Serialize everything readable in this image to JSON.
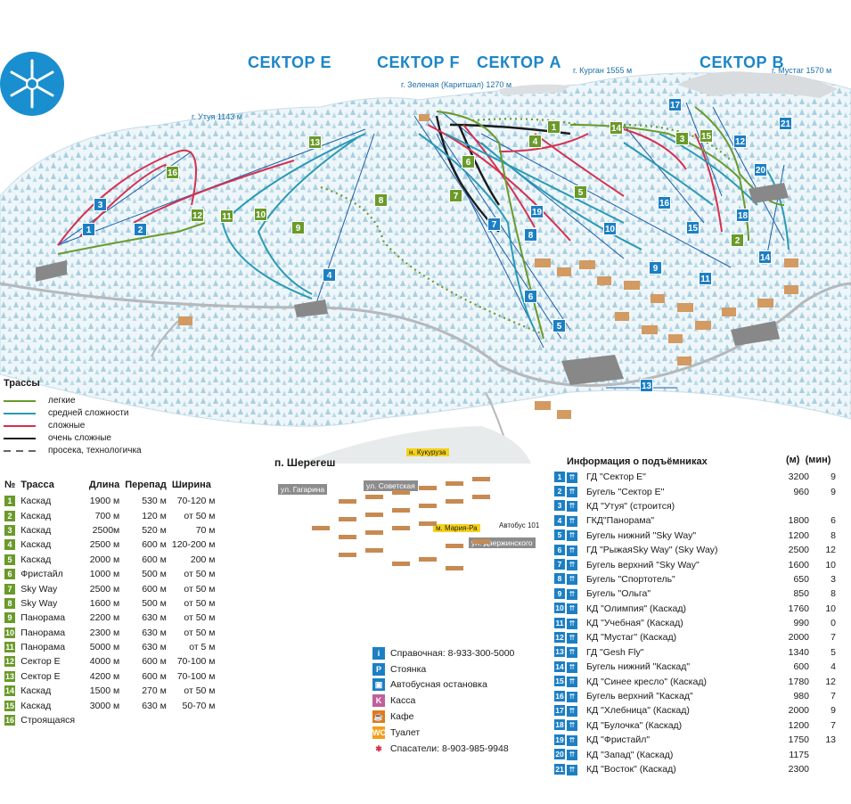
{
  "sectors": [
    "СЕКТОР E",
    "СЕКТОР F",
    "СЕКТОР A",
    "СЕКТОР B"
  ],
  "peaks": {
    "utuya": {
      "name": "г. Утуя",
      "height": "1143 м"
    },
    "zelenaya": {
      "name": "г. Зеленая",
      "alt": "(Каритшал)",
      "height": "1270 м"
    },
    "kurgan": {
      "name": "г. Курган",
      "height": "1555 м"
    },
    "mustag": {
      "name": "г. Мустаг",
      "height": "1570 м"
    }
  },
  "colors": {
    "easy": "#6a9a2a",
    "medium": "#2a9ab5",
    "hard": "#d6304f",
    "very_hard": "#1a1a1a",
    "accent": "#1c86c8"
  },
  "legend": {
    "title": "Трассы",
    "items": [
      "легкие",
      "средней сложности",
      "сложные",
      "очень сложные",
      "просека, технологичка"
    ]
  },
  "trails": {
    "headers": [
      "№",
      "Трасса",
      "Длина",
      "Перепад",
      "Ширина"
    ],
    "rows": [
      {
        "n": "1",
        "name": "Каскад",
        "len": "1900 м",
        "drop": "530 м",
        "width": "70-120 м"
      },
      {
        "n": "2",
        "name": "Каскад",
        "len": "700 м",
        "drop": "120 м",
        "width": "от 50 м"
      },
      {
        "n": "3",
        "name": "Каскад",
        "len": "2500м",
        "drop": "520 м",
        "width": "70 м"
      },
      {
        "n": "4",
        "name": "Каскад",
        "len": "2500 м",
        "drop": "600 м",
        "width": "120-200 м"
      },
      {
        "n": "5",
        "name": "Каскад",
        "len": "2000 м",
        "drop": "600 м",
        "width": "200 м"
      },
      {
        "n": "6",
        "name": "Фристайл",
        "len": "1000 м",
        "drop": "500 м",
        "width": "от 50 м"
      },
      {
        "n": "7",
        "name": "Sky Way",
        "len": "2500 м",
        "drop": "600 м",
        "width": "от 50 м"
      },
      {
        "n": "8",
        "name": "Sky Way",
        "len": "1600 м",
        "drop": "500 м",
        "width": "от 50 м"
      },
      {
        "n": "9",
        "name": "Панорама",
        "len": "2200 м",
        "drop": "630 м",
        "width": "от 50 м"
      },
      {
        "n": "10",
        "name": "Панорама",
        "len": "2300 м",
        "drop": "630 м",
        "width": "от 50 м"
      },
      {
        "n": "11",
        "name": "Панорама",
        "len": "5000 м",
        "drop": "630 м",
        "width": "от 5 м"
      },
      {
        "n": "12",
        "name": "Сектор Е",
        "len": "4000 м",
        "drop": "600 м",
        "width": "70-100 м"
      },
      {
        "n": "13",
        "name": "Сектор Е",
        "len": "4200 м",
        "drop": "600 м",
        "width": "70-100 м"
      },
      {
        "n": "14",
        "name": "Каскад",
        "len": "1500 м",
        "drop": "270 м",
        "width": "от 50 м"
      },
      {
        "n": "15",
        "name": "Каскад",
        "len": "3000 м",
        "drop": "630 м",
        "width": "50-70 м"
      },
      {
        "n": "16",
        "name": "Строящаяся",
        "len": "",
        "drop": "",
        "width": ""
      }
    ]
  },
  "lifts": {
    "title": "Информация о подъёмниках",
    "unit_m": "(м)",
    "unit_min": "(мин)",
    "rows": [
      {
        "n": "1",
        "name": "ГД \"Сектор Е\"",
        "len": "3200",
        "min": "9"
      },
      {
        "n": "2",
        "name": "Бугель \"Сектор Е\"",
        "len": "960",
        "min": "9"
      },
      {
        "n": "3",
        "name": "КД \"Утуя\" (строится)",
        "len": "",
        "min": ""
      },
      {
        "n": "4",
        "name": "ГКД\"Панорама\"",
        "len": "1800",
        "min": "6"
      },
      {
        "n": "5",
        "name": "Бугель нижний \"Sky Way\"",
        "len": "1200",
        "min": "8"
      },
      {
        "n": "6",
        "name": "ГД \"РыжаяSky Way\" (Sky Way)",
        "len": "2500",
        "min": "12"
      },
      {
        "n": "7",
        "name": "Бугель верхний \"Sky Way\"",
        "len": "1600",
        "min": "10"
      },
      {
        "n": "8",
        "name": "Бугель \"Спортотель\"",
        "len": "650",
        "min": "3"
      },
      {
        "n": "9",
        "name": "Бугель \"Ольга\"",
        "len": "850",
        "min": "8"
      },
      {
        "n": "10",
        "name": "КД \"Олимпия\" (Каскад)",
        "len": "1760",
        "min": "10"
      },
      {
        "n": "11",
        "name": "КД \"Учебная\" (Каскад)",
        "len": "990",
        "min": "0"
      },
      {
        "n": "12",
        "name": "КД \"Мустаг\" (Каскад)",
        "len": "2000",
        "min": "7"
      },
      {
        "n": "13",
        "name": "ГД  \"Gesh Fly\"",
        "len": "1340",
        "min": "5"
      },
      {
        "n": "14",
        "name": "Бугель нижний \"Каскад\"",
        "len": "600",
        "min": "4"
      },
      {
        "n": "15",
        "name": "КД \"Синее кресло\" (Каскад)",
        "len": "1780",
        "min": "12"
      },
      {
        "n": "16",
        "name": "Бугель верхний \"Каскад\"",
        "len": "980",
        "min": "7"
      },
      {
        "n": "17",
        "name": "КД \"Хлебница\" (Каскад)",
        "len": "2000",
        "min": "9"
      },
      {
        "n": "18",
        "name": "КД \"Булочка\" (Каскад)",
        "len": "1200",
        "min": "7"
      },
      {
        "n": "19",
        "name": "КД \"Фристайл\"",
        "len": "1750",
        "min": "13"
      },
      {
        "n": "20",
        "name": "КД \"Запад\" (Каскад)",
        "len": "1175",
        "min": ""
      },
      {
        "n": "21",
        "name": "КД \"Восток\" (Каскад)",
        "len": "2300",
        "min": ""
      }
    ]
  },
  "village": {
    "title": "п. Шерегеш",
    "streets": [
      "ул. Гагарина",
      "ул. Советская",
      "ул. Дзержинского"
    ],
    "spots": [
      "н. Кукуруза",
      "м. Мария-Ра",
      "Автобус 101"
    ]
  },
  "keys": [
    {
      "icon": "info-icon",
      "symbol": "i",
      "color": "#1c7fc4",
      "label": "Справочная: 8-933-300-5000"
    },
    {
      "icon": "parking-icon",
      "symbol": "P",
      "color": "#1c7fc4",
      "label": "Стоянка"
    },
    {
      "icon": "bus-icon",
      "symbol": "▣",
      "color": "#1c7fc4",
      "label": "Автобусная остановка"
    },
    {
      "icon": "cashier-icon",
      "symbol": "K",
      "color": "#c0609a",
      "label": "Касса"
    },
    {
      "icon": "cafe-icon",
      "symbol": "☕",
      "color": "#e07b1a",
      "label": "Кафе"
    },
    {
      "icon": "toilet-icon",
      "symbol": "WC",
      "color": "#f0a01a",
      "label": "Туалет"
    },
    {
      "icon": "rescue-icon",
      "symbol": "✱",
      "color": "#ffffff",
      "label": "Спасатели: 8-903-985-9948"
    }
  ]
}
